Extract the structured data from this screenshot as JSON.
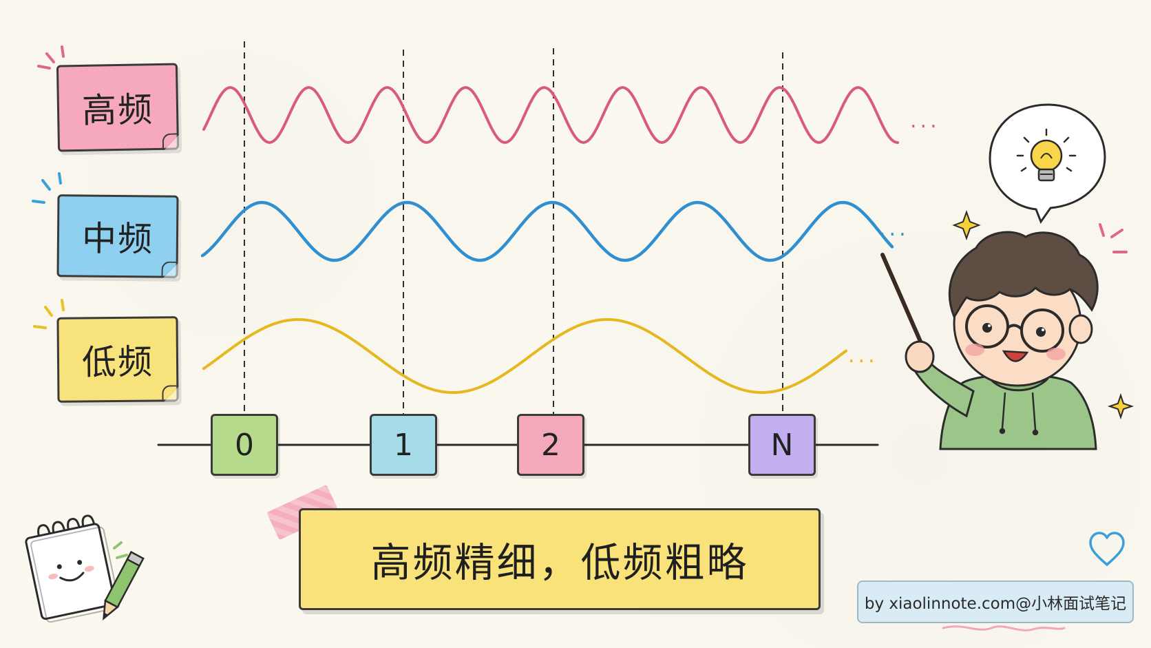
{
  "labels": {
    "high": "高频",
    "mid": "中频",
    "low": "低频"
  },
  "ticks": [
    "0",
    "1",
    "2",
    "N"
  ],
  "ellipsis": "...",
  "caption": "高频精细，低频粗略",
  "watermark": "by xiaolinnote.com@小林面试笔记",
  "colors": {
    "high_wave": "#d85b7c",
    "mid_wave": "#2f8fd0",
    "low_wave": "#e6b820",
    "ink": "#2b2b2b"
  },
  "icons": {
    "lightbulb": "lightbulb-icon",
    "notepad": "notepad-icon",
    "pencil": "pencil-icon",
    "heart": "heart-icon",
    "sparkle": "sparkle-icon",
    "character": "teacher-character"
  }
}
